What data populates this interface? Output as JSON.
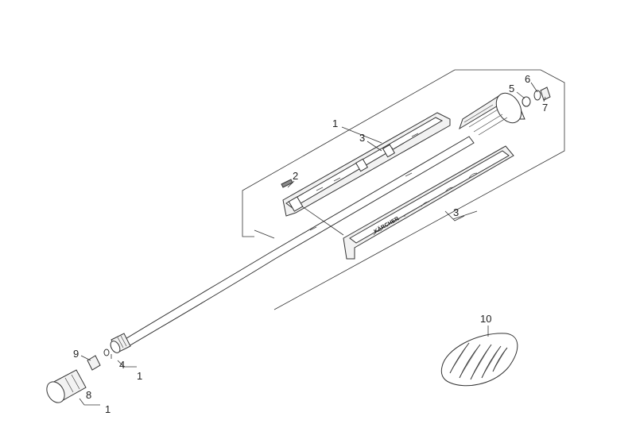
{
  "callouts": [
    {
      "id": "c1a",
      "text": "1"
    },
    {
      "id": "c2",
      "text": "2"
    },
    {
      "id": "c3a",
      "text": "3"
    },
    {
      "id": "c3b",
      "text": "3"
    },
    {
      "id": "c4",
      "text": "4"
    },
    {
      "id": "c1b",
      "text": "1"
    },
    {
      "id": "c5",
      "text": "5"
    },
    {
      "id": "c6",
      "text": "6"
    },
    {
      "id": "c7",
      "text": "7"
    },
    {
      "id": "c8",
      "text": "8"
    },
    {
      "id": "c1c",
      "text": "1"
    },
    {
      "id": "c9",
      "text": "9"
    },
    {
      "id": "c10",
      "text": "10"
    }
  ],
  "logo_text": "KÄRCHER"
}
